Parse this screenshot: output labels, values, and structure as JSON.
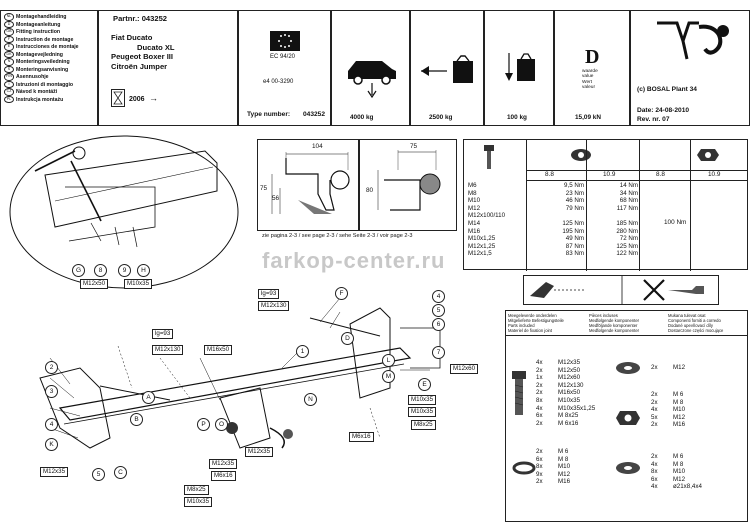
{
  "header": {
    "languages": [
      {
        "code": "NL",
        "label": "Montagehandleiding"
      },
      {
        "code": "D",
        "label": "Montageanleitung"
      },
      {
        "code": "GB",
        "label": "Fitting instruction"
      },
      {
        "code": "F",
        "label": "Instruction de montage"
      },
      {
        "code": "E",
        "label": "Instrucciones de montaje"
      },
      {
        "code": "DK",
        "label": "Montagevejledning"
      },
      {
        "code": "N",
        "label": "Monteringsveiledning"
      },
      {
        "code": "S",
        "label": "Monteringsanvisning"
      },
      {
        "code": "FIN",
        "label": "Asennusohje"
      },
      {
        "code": "I",
        "label": "Istruzioni di montaggio"
      },
      {
        "code": "CZ",
        "label": "Návod k montáži"
      },
      {
        "code": "PL",
        "label": "Instrukcja montażu"
      }
    ],
    "part_number": "Partnr.: 043252",
    "cars": [
      "Fiat Ducato",
      "Ducato XL",
      "Peugeot Boxer III",
      "Citroën Jumper"
    ],
    "year": "2006",
    "arrow": "→",
    "ec_label": "EC 94/20",
    "approval": "e4    00-3290",
    "type_number_label": "Type number:",
    "type_number": "043252",
    "max_trailer": "4000 kg",
    "vertical_load": "2500 kg",
    "nose_weight": "100 kg",
    "d_value": "15,09 kN",
    "d_letter": "D",
    "d_words": [
      "waarde",
      "value",
      "Wert",
      "valeur"
    ],
    "company": "(c) BOSAL Plant 34",
    "date": "Date:  24-08-2010",
    "rev": "Rev. nr.  07"
  },
  "dimensions": {
    "w1": "104",
    "h1a": "75",
    "h1b": "56",
    "w2": "75",
    "h2": "80",
    "note": "zie pagina 2-3 / see page 2-3 / sehe Seite 2-3 / voir page 2-3"
  },
  "torque": {
    "grades": [
      "8.8",
      "10.9",
      "8.8",
      "10.9"
    ],
    "rows": [
      {
        "size": "M6",
        "a": "9,5 Nm",
        "b": "14 Nm"
      },
      {
        "size": "M8",
        "a": "23 Nm",
        "b": "34 Nm"
      },
      {
        "size": "M10",
        "a": "46 Nm",
        "b": "68 Nm"
      },
      {
        "size": "M12",
        "a": "79 Nm",
        "b": "117 Nm"
      },
      {
        "size": "M12x100/110",
        "a": "",
        "b": ""
      },
      {
        "size": "M14",
        "a": "125 Nm",
        "b": "185 Nm"
      },
      {
        "size": "M16",
        "a": "195 Nm",
        "b": "280 Nm"
      },
      {
        "size": "M10x1,25",
        "a": "49 Nm",
        "b": "72 Nm"
      },
      {
        "size": "M12x1,25",
        "a": "87 Nm",
        "b": "125 Nm"
      },
      {
        "size": "M12x1,5",
        "a": "83 Nm",
        "b": "122 Nm"
      }
    ],
    "special": "100 Nm"
  },
  "kit": {
    "legend_left": [
      "Meegeleverde onderdelen",
      "Mitgelieferte Befestigungsteile",
      "Parts included",
      "Materiel de fixation joint"
    ],
    "legend_mid": [
      "Pièces incluses",
      "Medfølgende komponenter",
      "Medföljande komponenter",
      "Medfølgende komponenter"
    ],
    "legend_right": [
      "Mukana tulevat osat",
      "Componenti forniti a corredo",
      "Dodané upevňovací díly",
      "Dostarczone części mocujące"
    ],
    "bolts": [
      {
        "q": "4x",
        "s": "M12x35"
      },
      {
        "q": "2x",
        "s": "M12x50"
      },
      {
        "q": "1x",
        "s": "M12x60"
      },
      {
        "q": "2x",
        "s": "M12x130"
      },
      {
        "q": "2x",
        "s": "M16x50"
      },
      {
        "q": "8x",
        "s": "M10x35"
      },
      {
        "q": "4x",
        "s": "M10x35x1,25"
      },
      {
        "q": "6x",
        "s": "M 8x25"
      },
      {
        "q": "2x",
        "s": "M 6x16"
      }
    ],
    "washers_large": [
      {
        "q": "2x",
        "s": "M12"
      }
    ],
    "nuts_mid": [
      {
        "q": "2x",
        "s": "M 6"
      },
      {
        "q": "2x",
        "s": "M 8"
      },
      {
        "q": "4x",
        "s": "M10"
      },
      {
        "q": "5x",
        "s": "M12"
      },
      {
        "q": "2x",
        "s": "M16"
      }
    ],
    "spring_washers": [
      {
        "q": "2x",
        "s": "M 6"
      },
      {
        "q": "6x",
        "s": "M 8"
      },
      {
        "q": "8x",
        "s": "M10"
      },
      {
        "q": "9x",
        "s": "M12"
      },
      {
        "q": "2x",
        "s": "M16"
      }
    ],
    "flat_washers": [
      {
        "q": "2x",
        "s": "M 6"
      },
      {
        "q": "4x",
        "s": "M 8"
      },
      {
        "q": "8x",
        "s": "M10"
      },
      {
        "q": "6x",
        "s": "M12"
      },
      {
        "q": "4x",
        "s": "ø21x8,4x4"
      }
    ]
  },
  "watermark": "farkop-center.ru",
  "callouts": {
    "detail": [
      "G",
      "8",
      "9",
      "H",
      "M12x50",
      "M10x35"
    ],
    "main": [
      "lg=93",
      "M12x130",
      "F",
      "4",
      "5",
      "6",
      "7",
      "1",
      "M16x50",
      "lg=93",
      "M12x130",
      "2",
      "3",
      "4",
      "K",
      "M12x35",
      "5",
      "C",
      "B",
      "A",
      "N",
      "P",
      "O",
      "M12x35",
      "M6x16",
      "M8x25",
      "M10x35",
      "M12x35",
      "M6x16",
      "M10x35",
      "M10x35",
      "M8x25",
      "E",
      "D",
      "M12x60",
      "L",
      "M"
    ]
  }
}
